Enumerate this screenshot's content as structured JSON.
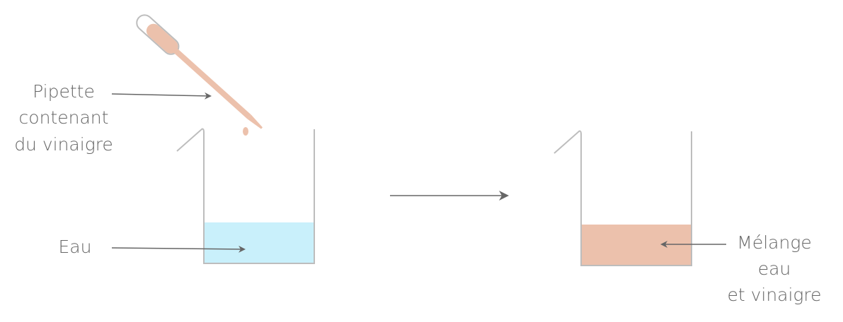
{
  "labels": {
    "pipette_line1": "Pipette",
    "pipette_line2": "contenant",
    "pipette_line3": "du vinaigre",
    "water": "Eau",
    "mix_line1": "Mélange",
    "mix_line2": "eau",
    "mix_line3": "et vinaigre"
  },
  "colors": {
    "water": "#c9f0fb",
    "vinegar": "#ecc1ac",
    "beaker_stroke": "#bdbdbd",
    "arrow": "#666666",
    "text": "#666666"
  }
}
